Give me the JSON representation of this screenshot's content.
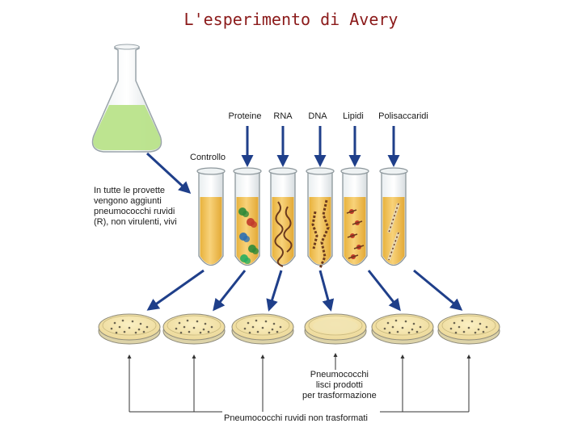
{
  "title": "L'esperimento di Avery",
  "columns": [
    "Proteine",
    "RNA",
    "DNA",
    "Lipidi",
    "Polisaccaridi"
  ],
  "control_label": "Controllo",
  "note_lines": [
    "In tutte le provette",
    "vengono aggiunti",
    "pneumococchi ruvidi",
    "(R), non virulenti, vivi"
  ],
  "smooth_label_lines": [
    "Pneumococchi",
    "lisci prodotti",
    "per trasformazione"
  ],
  "rough_label": "Pneumococchi ruvidi non trasformati",
  "colors": {
    "title": "#8b1a1a",
    "arrow": "#1f3f8a",
    "medium": "#f2c24f",
    "flask_liquid": "#b9e38a",
    "plate": "#f6e7ad"
  }
}
